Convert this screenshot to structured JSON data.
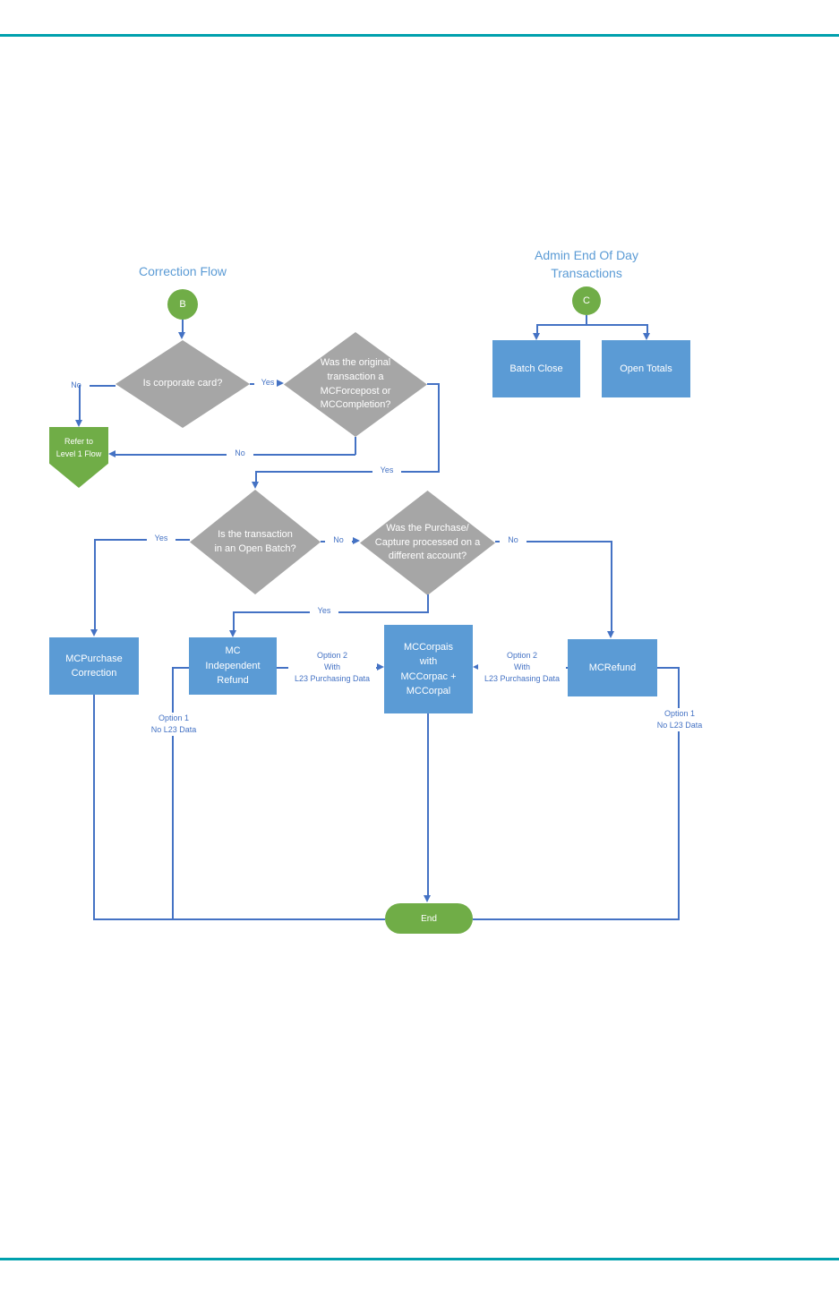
{
  "colors": {
    "rule_teal": "#00A0AD",
    "node_blue": "#5B9BD5",
    "node_green": "#70AD47",
    "node_gray": "#A6A6A6",
    "connector": "#4472C4",
    "title_blue": "#5B9BD5"
  },
  "correction_flow": {
    "title": "Correction Flow",
    "start_connector": "B",
    "decisions": {
      "corporate_card": "Is corporate card?",
      "original_transaction": "Was the original\ntransaction a\nMCForcepost or\nMCCompletion?",
      "open_batch": "Is the transaction\nin an Open Batch?",
      "different_account": "Was the Purchase/\nCapture processed on a\ndifferent account?"
    },
    "refer_level1": "Refer to\nLevel 1 Flow",
    "processes": {
      "mcpurchase_correction": "MCPurchase\nCorrection",
      "mc_independent_refund": "MC\nIndependent\nRefund",
      "mccorpais": "MCCorpais\nwith\nMCCorpac +\nMCCorpal",
      "mcrefund": "MCRefund"
    },
    "end": "End",
    "labels": {
      "no_corporate": "No",
      "yes_corporate": "Yes",
      "no_original": "No",
      "yes_original": "Yes",
      "yes_open_batch": "Yes",
      "no_open_batch": "No",
      "no_different_account": "No",
      "yes_different_account": "Yes",
      "option2_left": "Option 2\nWith\nL23 Purchasing Data",
      "option2_right": "Option 2\nWith\nL23 Purchasing Data",
      "option1_left": "Option 1\nNo L23 Data",
      "option1_right": "Option 1\nNo L23 Data"
    }
  },
  "admin_flow": {
    "title": "Admin End Of Day\nTransactions",
    "start_connector": "C",
    "processes": {
      "batch_close": "Batch Close",
      "open_totals": "Open Totals"
    }
  }
}
